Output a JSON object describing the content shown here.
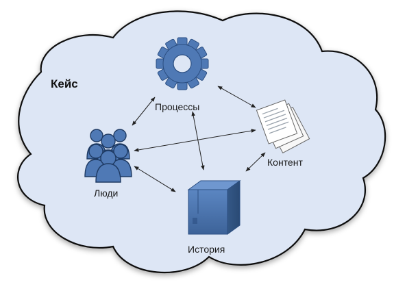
{
  "diagram": {
    "title": "Кейс",
    "nodes": {
      "processes": {
        "label": "Процессы",
        "icon": "gear-icon"
      },
      "people": {
        "label": "Люди",
        "icon": "people-icon"
      },
      "content": {
        "label": "Контент",
        "icon": "documents-icon"
      },
      "history": {
        "label": "История",
        "icon": "box-icon"
      }
    },
    "edges": [
      {
        "from": "processes",
        "to": "people"
      },
      {
        "from": "processes",
        "to": "content"
      },
      {
        "from": "processes",
        "to": "history"
      },
      {
        "from": "people",
        "to": "content"
      },
      {
        "from": "people",
        "to": "history"
      },
      {
        "from": "content",
        "to": "history"
      }
    ],
    "colors": {
      "cloud_fill": "#dde6f5",
      "cloud_stroke": "#111111",
      "icon_blue": "#4f79b5",
      "icon_dark": "#2c4f82"
    }
  }
}
